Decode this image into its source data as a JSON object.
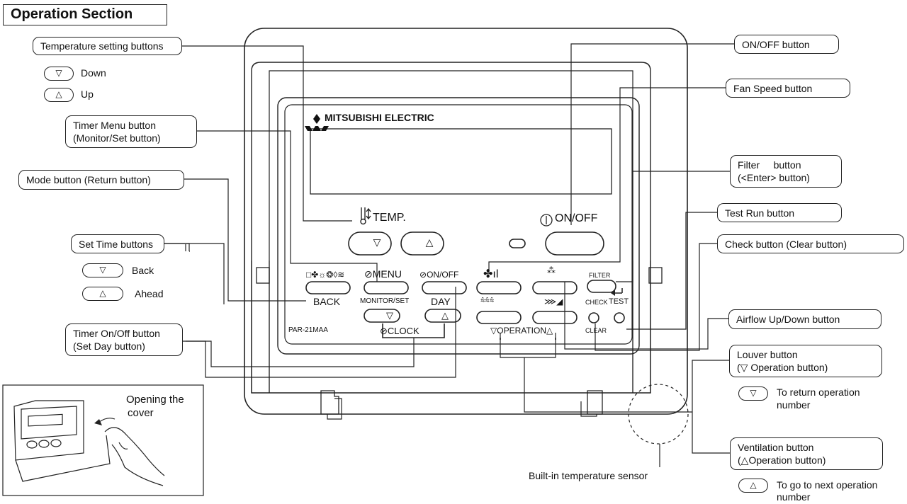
{
  "title": "Operation Section",
  "brand": "MITSUBISHI ELECTRIC",
  "model": "PAR-21MAA",
  "remote": {
    "temp_label": "TEMP.",
    "onoff_label": "ON/OFF",
    "mode_icons": "□✤☼❂◊≋",
    "menu_label": "MENU",
    "timer_onoff_label": "ON/OFF",
    "back_label": "BACK",
    "monitor_set_label": "MONITOR/SET",
    "day_label": "DAY",
    "clock_label": "CLOCK",
    "filter_label": "FILTER",
    "check_label": "CHECK",
    "test_label": "TEST",
    "clear_label": "CLEAR",
    "operation_label": "OPERATION",
    "down_glyph": "▽",
    "up_glyph": "△"
  },
  "callouts": {
    "temp_setting": "Temperature setting buttons",
    "timer_menu_l1": "Timer Menu button",
    "timer_menu_l2": "(Monitor/Set button)",
    "mode": "Mode button (Return button)",
    "set_time": "Set Time buttons",
    "timer_onoff_l1": "Timer On/Off button",
    "timer_onoff_l2": "(Set Day button)",
    "onoff": "ON/OFF button",
    "fan_speed": "Fan Speed button",
    "filter_l1_a": "Filter",
    "filter_l1_b": "button",
    "filter_l2": "(<Enter> button)",
    "test_run": "Test Run button",
    "check": "Check button (Clear button)",
    "airflow": "Airflow Up/Down button",
    "louver_l1": "Louver button",
    "louver_l2": "Operation button)",
    "vent_l1": "Ventilation button",
    "vent_l2": "Operation button)",
    "sensor": "Built-in temperature sensor"
  },
  "legends": {
    "down": "Down",
    "up": "Up",
    "back": "Back",
    "ahead": "Ahead",
    "return_l1": "To return operation",
    "return_l2": "number",
    "next_l1": "To go to next operation",
    "next_l2": "number"
  },
  "inset": {
    "caption_l1": "Opening the",
    "caption_l2": "cover"
  }
}
